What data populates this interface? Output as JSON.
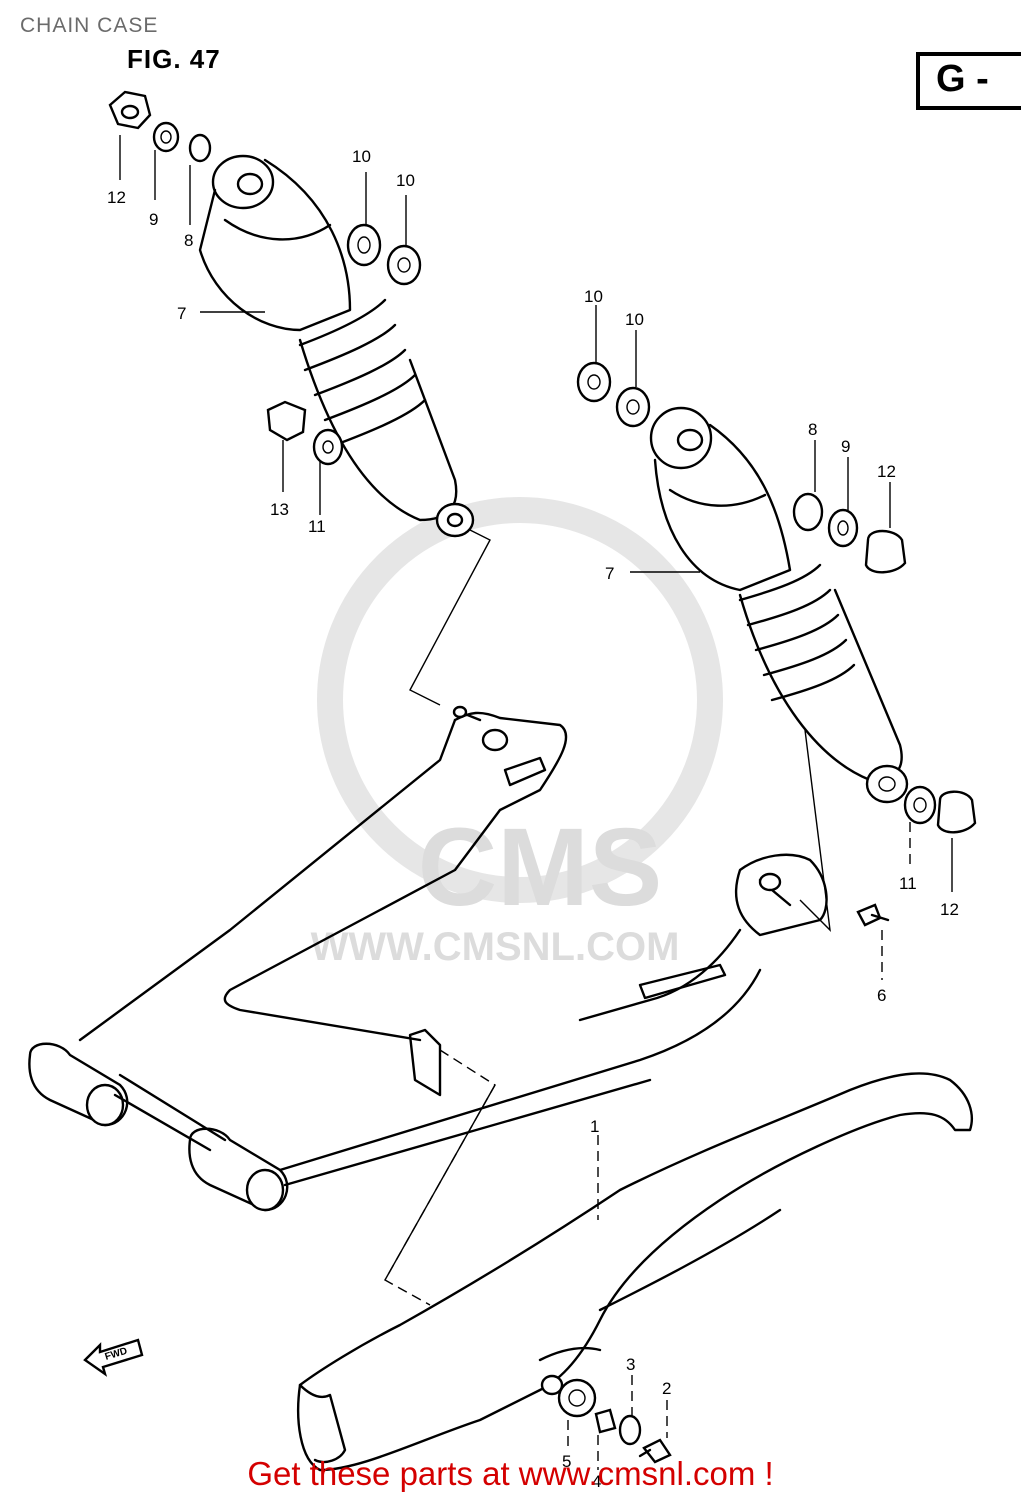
{
  "page_title": "CHAIN CASE",
  "figure_label": "FIG. 47",
  "group_code": "G -",
  "watermark": {
    "logo_text": "CMS",
    "url_text": "WWW.CMSNL.COM"
  },
  "forward_arrow_text": "FWD",
  "callouts": [
    "12",
    "9",
    "8",
    "10",
    "10",
    "7",
    "13",
    "11",
    "10",
    "10",
    "8",
    "9",
    "12",
    "7",
    "11",
    "12",
    "6",
    "3",
    "2",
    "5",
    "4",
    "1"
  ],
  "footer_link": "Get these parts at www.cmsnl.com !"
}
